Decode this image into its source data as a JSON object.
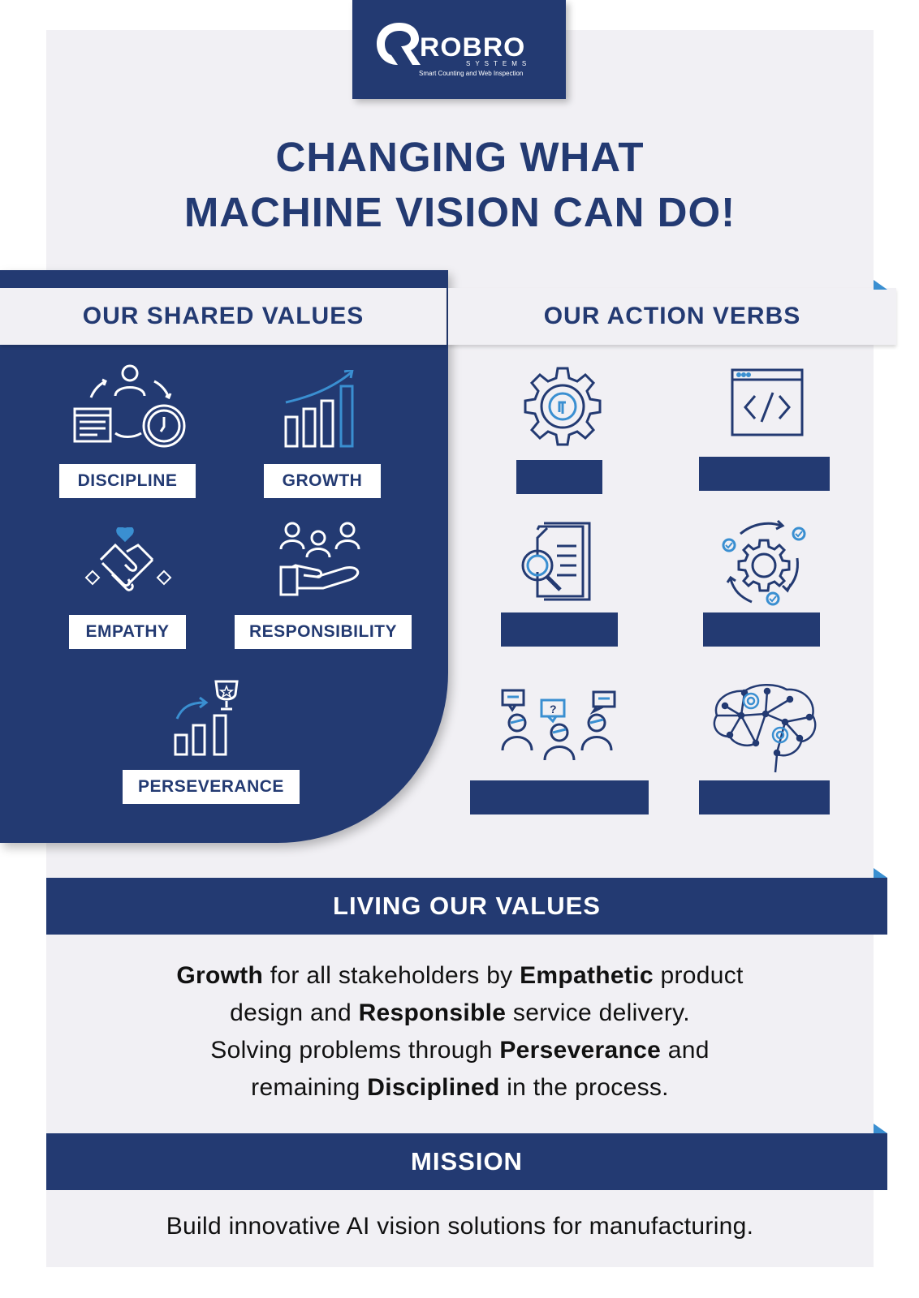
{
  "logo": {
    "wordmark": "ROBRO",
    "tagline_top": "SYSTEMS",
    "tagline_bottom": "Smart Counting and Web Inspection"
  },
  "headline": {
    "line1": "CHANGING WHAT",
    "line2": "MACHINE VISION CAN DO!"
  },
  "shared_values": {
    "title": "OUR SHARED VALUES",
    "items": [
      {
        "label": "DISCIPLINE",
        "icon": "discipline-icon"
      },
      {
        "label": "GROWTH",
        "icon": "growth-chart-icon"
      },
      {
        "label": "EMPATHY",
        "icon": "handshake-heart-icon"
      },
      {
        "label": "RESPONSIBILITY",
        "icon": "people-hand-icon"
      },
      {
        "label": "PERSEVERANCE",
        "icon": "trophy-chart-icon"
      }
    ]
  },
  "action_verbs": {
    "title": "OUR ACTION VERBS",
    "icons": [
      "gear-bulb-icon",
      "code-window-icon",
      "document-search-icon",
      "gear-cycle-icon",
      "team-discussion-icon",
      "ai-brain-icon"
    ]
  },
  "living": {
    "title": "LIVING OUR VALUES",
    "line1": {
      "b1": "Growth",
      "t1": " for all stakeholders by ",
      "b2": "Empathetic",
      "t2": " product"
    },
    "line2": {
      "t1": "design and ",
      "b1": "Responsible",
      "t2": " service delivery."
    },
    "line3": {
      "t1": "Solving problems through ",
      "b1": "Perseverance",
      "t2": " and"
    },
    "line4": {
      "t1": "remaining ",
      "b1": "Disciplined",
      "t2": " in the process."
    }
  },
  "mission": {
    "title": "MISSION",
    "text": "Build innovative AI vision solutions for manufacturing."
  },
  "colors": {
    "navy": "#233a72",
    "accent_blue": "#3a8fd1",
    "panel_bg": "#f1f0f4"
  }
}
